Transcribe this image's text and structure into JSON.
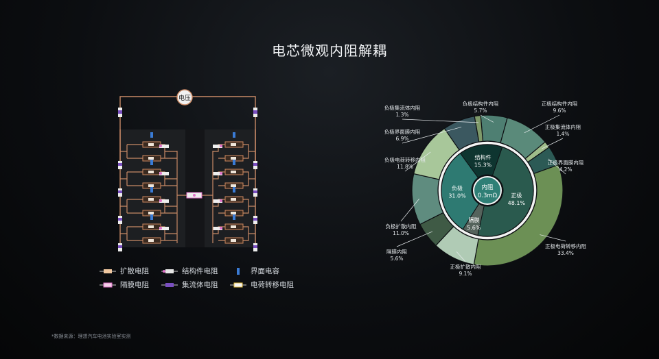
{
  "title": "电芯微观内阻解耦",
  "footnote": "*数据来源：理想汽车电池实验室实测",
  "circuit": {
    "voltage_label": "电压"
  },
  "legend": [
    {
      "label": "扩散电阻",
      "icon": "resistor-diffusion",
      "color": "#f0c8a0"
    },
    {
      "label": "结构件电阻",
      "icon": "resistor-structure",
      "color": "#e6e6e6"
    },
    {
      "label": "界面电容",
      "icon": "capacitor-interface",
      "color": "#3a7bd5"
    },
    {
      "label": "隔膜电阻",
      "icon": "resistor-separator",
      "color": "#e070c8"
    },
    {
      "label": "集流体电阻",
      "icon": "resistor-collector",
      "color": "#7a4fc0"
    },
    {
      "label": "电荷转移电阻",
      "icon": "resistor-charge-transfer",
      "color": "#f4f4f4"
    }
  ],
  "chart_data": {
    "type": "pie",
    "center": {
      "label": "内阻",
      "value": "0.3mΩ"
    },
    "inner": [
      {
        "name": "结构件",
        "pct": "15.3%",
        "value": 15.3,
        "color": "#0e3530"
      },
      {
        "name": "正极",
        "pct": "48.1%",
        "value": 48.1,
        "color": "#2a5a4e"
      },
      {
        "name": "隔膜",
        "pct": "5.6%",
        "value": 5.6,
        "color": "#55635c"
      },
      {
        "name": "负极",
        "pct": "31.0%",
        "value": 31.0,
        "color": "#2e7a72"
      }
    ],
    "outer": [
      {
        "name": "负极结构件内阻",
        "pct": "5.7%",
        "value": 5.7,
        "color": "#4e7f72"
      },
      {
        "name": "正极结构件内阻",
        "pct": "9.6%",
        "value": 9.6,
        "color": "#5a8a7a"
      },
      {
        "name": "正极集流体内阻",
        "pct": "1.4%",
        "value": 1.4,
        "color": "#9fbd8a"
      },
      {
        "name": "正极界面膜内阻",
        "pct": "4.2%",
        "value": 4.2,
        "color": "#2c5a55"
      },
      {
        "name": "正极电荷转移内阻",
        "pct": "33.4%",
        "value": 33.4,
        "color": "#6c9055"
      },
      {
        "name": "正极扩散内阻",
        "pct": "9.1%",
        "value": 9.1,
        "color": "#b0cbb5"
      },
      {
        "name": "隔膜内阻",
        "pct": "5.6%",
        "value": 5.6,
        "color": "#3f5a45"
      },
      {
        "name": "负极扩散内阻",
        "pct": "11.0%",
        "value": 11.0,
        "color": "#5f8c7f"
      },
      {
        "name": "负极电荷转移内阻",
        "pct": "11.8%",
        "value": 11.8,
        "color": "#a8c79a"
      },
      {
        "name": "负极界面膜内阻",
        "pct": "6.9%",
        "value": 6.9,
        "color": "#3b5860"
      },
      {
        "name": "负极集流体内阻",
        "pct": "1.3%",
        "value": 1.3,
        "color": "#7f9a6a"
      }
    ]
  }
}
